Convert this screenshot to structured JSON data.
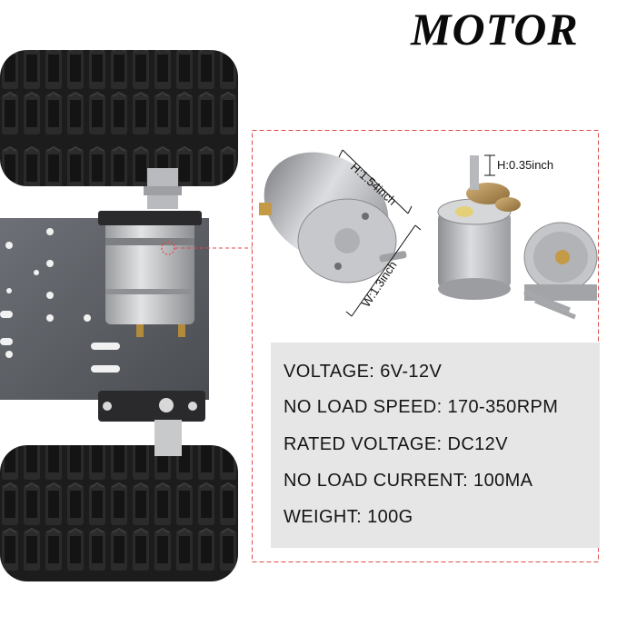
{
  "title": "MOTOR",
  "dimensions": {
    "height": "H:1.54inch",
    "width": "W:1.3inch",
    "shaft_height": "H:0.35inch"
  },
  "specs": [
    {
      "label": "VOLTAGE: 6V-12V"
    },
    {
      "label": "NO LOAD SPEED: 170-350RPM"
    },
    {
      "label": "RATED VOLTAGE: DC12V"
    },
    {
      "label": "NO LOAD CURRENT: 100MA"
    },
    {
      "label": "WEIGHT: 100G"
    }
  ],
  "colors": {
    "callout_border": "#e04a4a",
    "panel_bg": "#e6e6e6",
    "track": "#1e1e1e",
    "plate": "#5a5d63",
    "motor_silver": "#c9cacc"
  }
}
